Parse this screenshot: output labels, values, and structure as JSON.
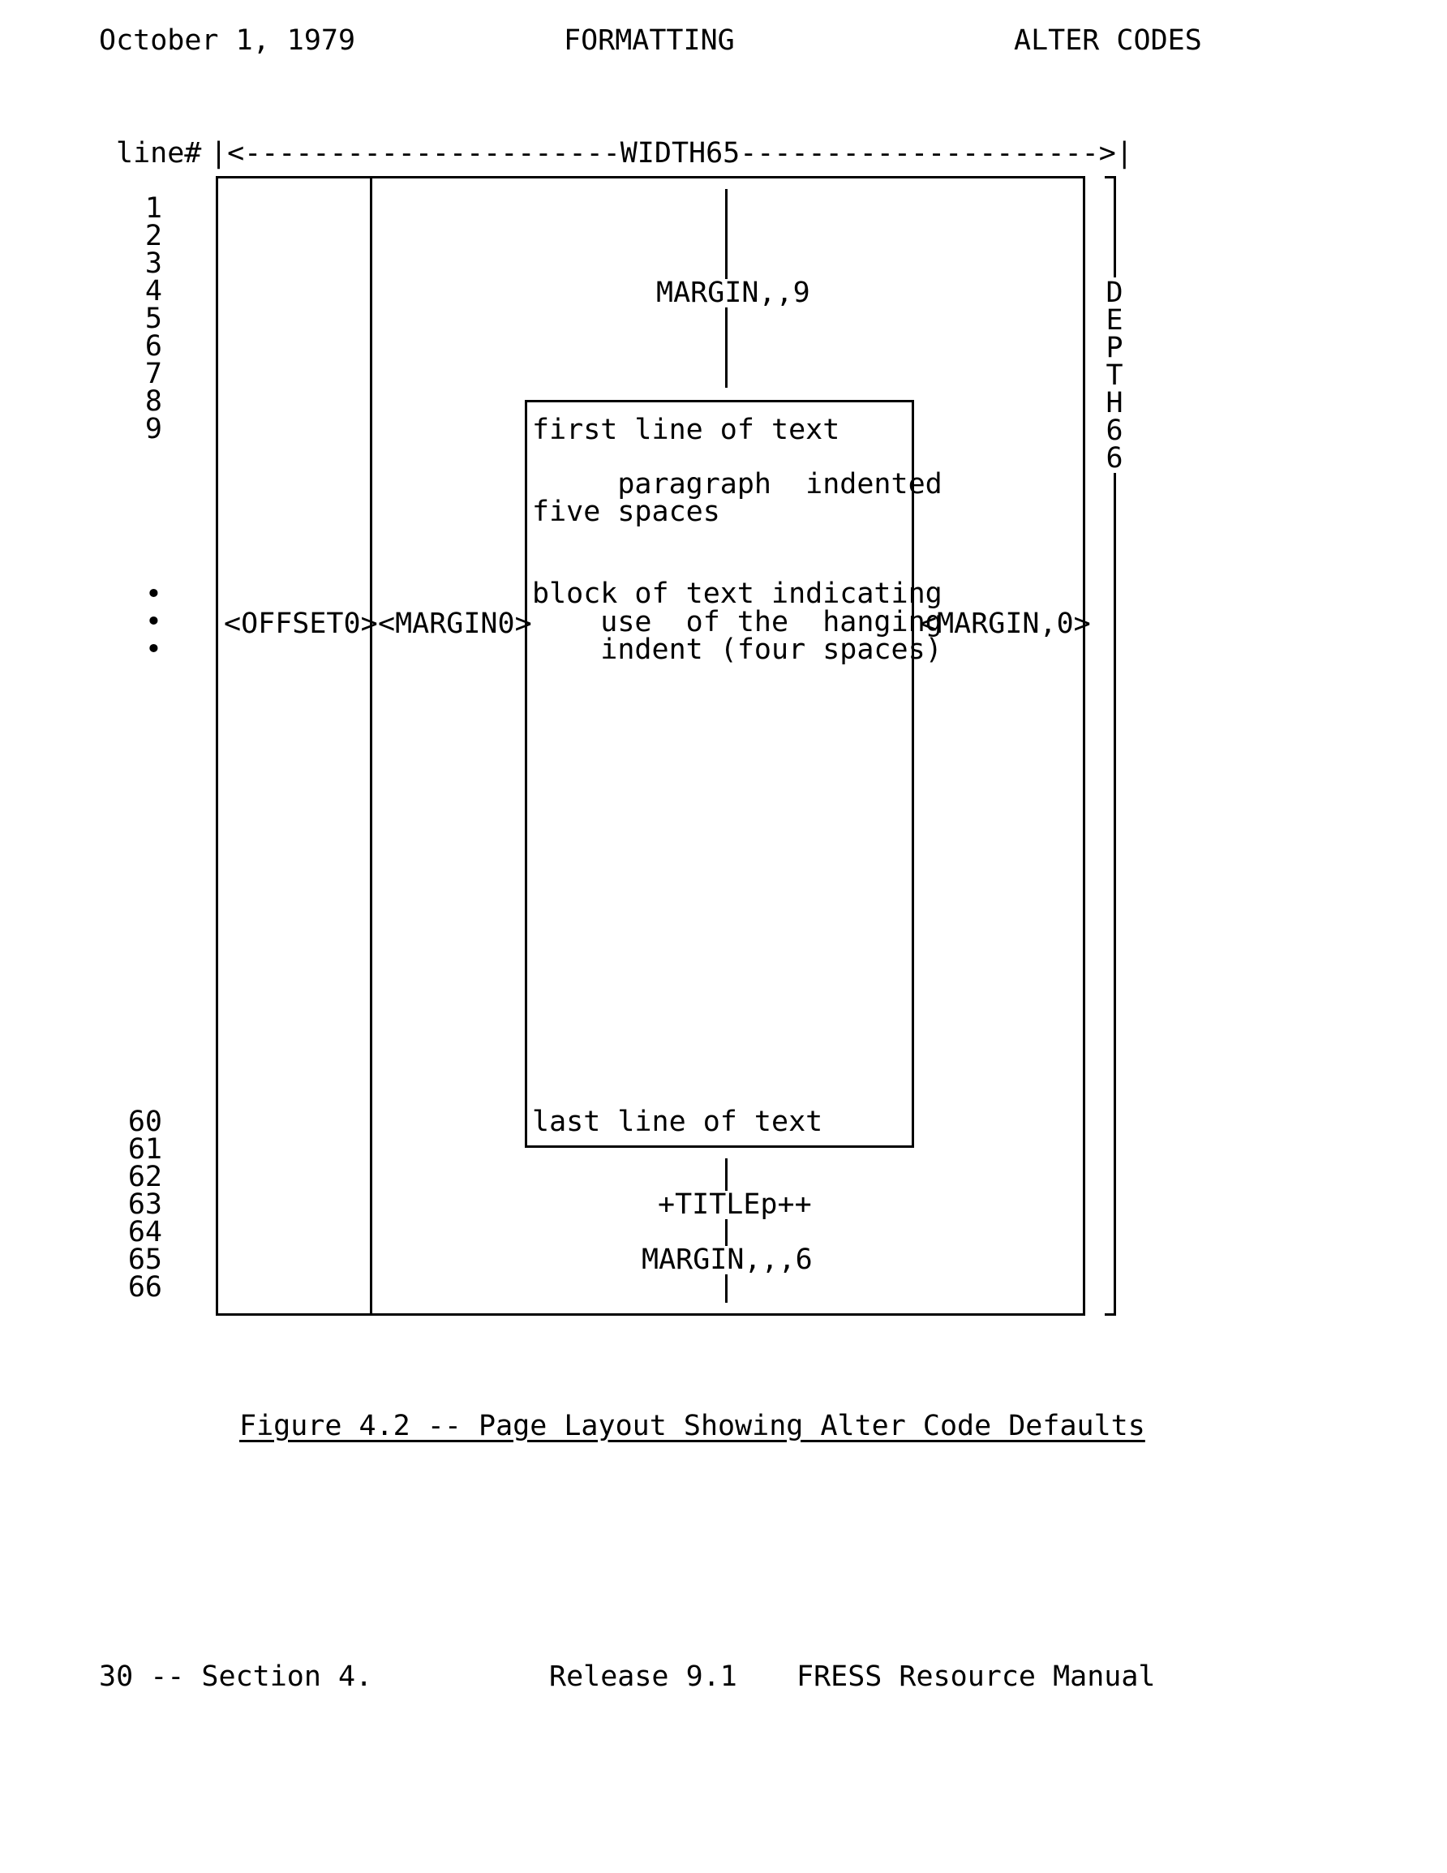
{
  "header": {
    "date": "October 1, 1979",
    "chapter": "FORMATTING",
    "topic": "ALTER CODES"
  },
  "diagram": {
    "line_header": "line#",
    "width_label": "|<----------------------WIDTH65--------------------->|",
    "top_margin_label": "MARGIN,,9",
    "offset_label": "<OFFSET0>",
    "left_margin_label": "<MARGIN0>",
    "right_margin_label": "<MARGIN,0>",
    "depth_label": [
      "D",
      "E",
      "P",
      "T",
      "H",
      "6",
      "6"
    ],
    "line_numbers_top": [
      "1",
      "2",
      "3",
      "4",
      "5",
      "6",
      "7",
      "8",
      "9"
    ],
    "dots": [
      "•",
      "•",
      "•"
    ],
    "line_numbers_bottom": [
      "60",
      "61",
      "62",
      "63",
      "64",
      "65",
      "66"
    ],
    "text_box": {
      "first_line": "first line of text",
      "paragraph_line1": "     paragraph  indented",
      "paragraph_line2": "five spaces",
      "block_line1": "block of text indicating",
      "block_line2": "    use  of the  hanging",
      "block_line3": "    indent (four spaces)",
      "last_line": "last line of text"
    },
    "title_label": "+TITLEp++",
    "bottom_margin_label": "MARGIN,,,6"
  },
  "caption": "Figure 4.2 -- Page Layout Showing Alter Code Defaults",
  "footer": {
    "page_section": "30 -- Section 4.",
    "release": "Release 9.1",
    "manual": "FRESS Resource Manual"
  }
}
